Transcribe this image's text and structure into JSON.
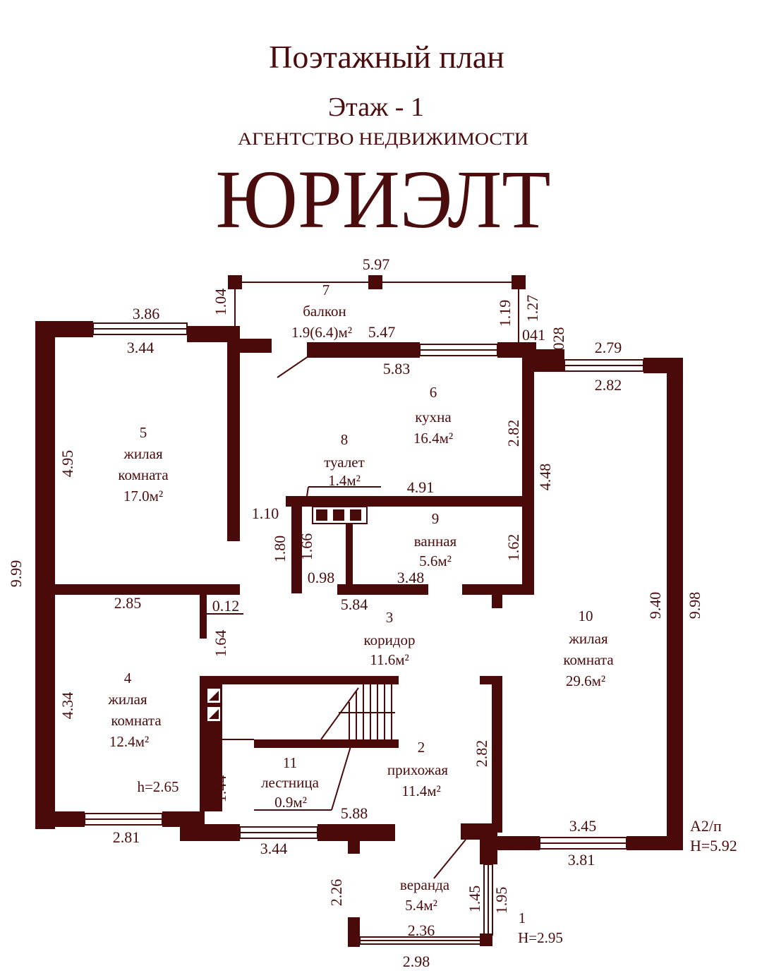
{
  "header": {
    "title": "Поэтажный план",
    "floor": "Этаж - 1",
    "agency": "АГЕНТСТВО НЕДВИЖИМОСТИ",
    "brand": "ЮРИЭЛТ"
  },
  "rooms": [
    {
      "num": "1",
      "name": "веранда",
      "area": "5.4м²",
      "height": "H=2.95"
    },
    {
      "num": "2",
      "name": "прихожая",
      "area": "11.4м²"
    },
    {
      "num": "3",
      "name": "коридор",
      "area": "11.6м²"
    },
    {
      "num": "4",
      "name": "жилая",
      "name2": "комната",
      "area": "12.4м²",
      "height": "h=2.65"
    },
    {
      "num": "5",
      "name": "жилая",
      "name2": "комната",
      "area": "17.0м²"
    },
    {
      "num": "6",
      "name": "кухна",
      "area": "16.4м²"
    },
    {
      "num": "7",
      "name": "балкон",
      "area": "1.9(6.4)м²"
    },
    {
      "num": "8",
      "name": "туалет",
      "area": "1.4м²"
    },
    {
      "num": "9",
      "name": "ванная",
      "area": "5.6м²"
    },
    {
      "num": "10",
      "name": "жилая",
      "name2": "комната",
      "area": "29.6м²"
    },
    {
      "num": "11",
      "name": "лестница",
      "area": "0.9м²"
    }
  ],
  "building": {
    "code": "А2/п",
    "height": "H=5.92"
  },
  "dims": {
    "d597": "5.97",
    "d104": "1.04",
    "d386": "3.86",
    "d344a": "3.44",
    "d547": "5.47",
    "d583": "5.83",
    "d119": "1.19",
    "d127": "1.27",
    "d041": "041",
    "d028": "028",
    "d279": "2.79",
    "d282a": "2.82",
    "d495": "4.95",
    "d999": "9.99",
    "d282b": "2.82",
    "d448": "4.48",
    "d491": "4.91",
    "d110": "1.10",
    "d180": "1.80",
    "d166": "1.66",
    "d098": "0.98",
    "d348": "3.48",
    "d162": "1.62",
    "d285": "2.85",
    "d012": "0.12",
    "d164": "1.64",
    "d584": "5.84",
    "d940": "9.40",
    "d998": "9.98",
    "d434": "4.34",
    "d282c": "2.82",
    "d144": "1.44",
    "d281": "2.81",
    "d344b": "3.44",
    "d588": "5.88",
    "d345": "3.45",
    "d381": "3.81",
    "d226": "2.26",
    "d145": "1.45",
    "d195": "1.95",
    "d236": "2.36",
    "d298": "2.98"
  }
}
